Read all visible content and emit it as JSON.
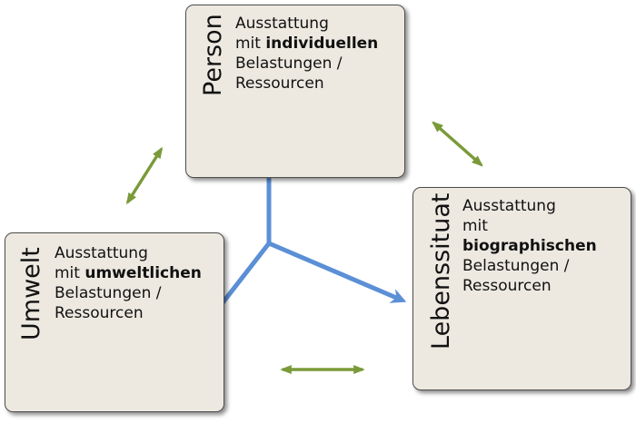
{
  "boxes": {
    "person": {
      "title": "Person",
      "line1": "Ausstattung",
      "line2_prefix": "mit ",
      "line2_bold": "individuellen",
      "line3": "Belastungen /",
      "line4": "Ressourcen"
    },
    "umwelt": {
      "title": "Umwelt",
      "line1": "Ausstattung",
      "line2_prefix": "mit ",
      "line2_bold": "umweltlichen",
      "line3": "Belastungen /",
      "line4": "Ressourcen"
    },
    "lebenssituation": {
      "title": "Lebenssituat",
      "line1": "Ausstattung",
      "line2": "mit",
      "line3_bold": "biographischen",
      "line4": "Belastungen /",
      "line5": "Ressourcen"
    }
  },
  "colors": {
    "box_fill": "#ede9e1",
    "blue_arrow": "#5b8fd6",
    "green_arrow": "#7a9a3a"
  }
}
